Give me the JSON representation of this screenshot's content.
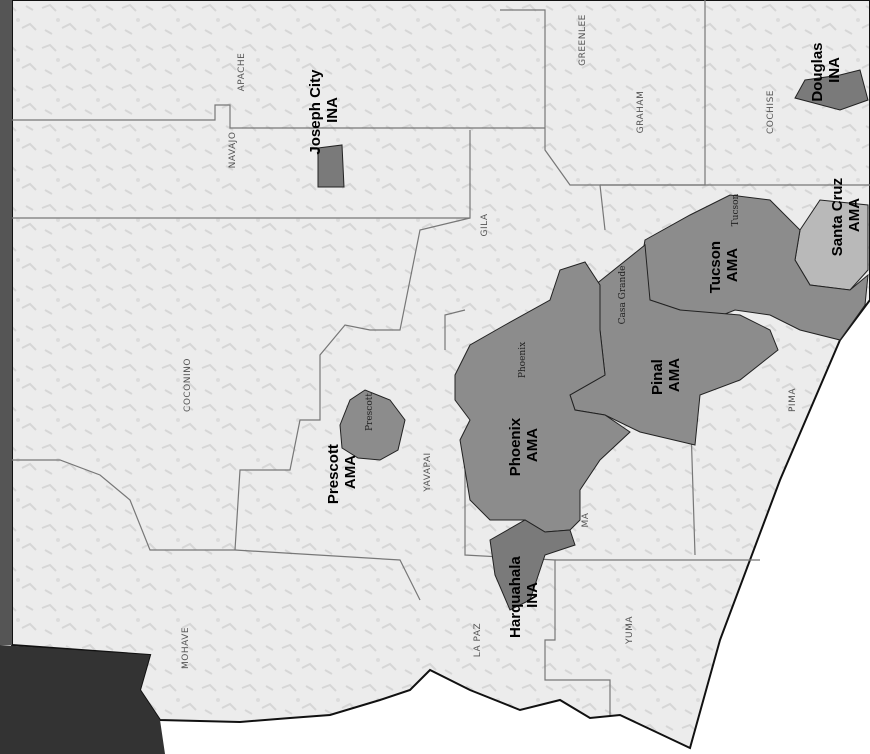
{
  "map": {
    "counties": [
      {
        "id": "apache",
        "name": "APACHE"
      },
      {
        "id": "navajo",
        "name": "NAVAJO"
      },
      {
        "id": "greenlee",
        "name": "GREENLEE"
      },
      {
        "id": "graham",
        "name": "GRAHAM"
      },
      {
        "id": "cochise",
        "name": "COCHISE"
      },
      {
        "id": "gila",
        "name": "GILA"
      },
      {
        "id": "coconino",
        "name": "COCONINO"
      },
      {
        "id": "yavapai",
        "name": "YAVAPAI"
      },
      {
        "id": "mohave",
        "name": "MOHAVE"
      },
      {
        "id": "lapaz",
        "name": "LA PAZ"
      },
      {
        "id": "yuma",
        "name": "YUMA"
      },
      {
        "id": "pima",
        "name": "PIMA"
      },
      {
        "id": "maricopa",
        "name": "MA"
      }
    ],
    "areas": [
      {
        "id": "joseph-city",
        "line1": "Joseph City",
        "line2": "INA"
      },
      {
        "id": "douglas",
        "line1": "Douglas",
        "line2": "INA"
      },
      {
        "id": "santa-cruz",
        "line1": "Santa Cruz",
        "line2": "AMA"
      },
      {
        "id": "tucson",
        "line1": "Tucson",
        "line2": "AMA"
      },
      {
        "id": "pinal",
        "line1": "Pinal",
        "line2": "AMA"
      },
      {
        "id": "phoenix",
        "line1": "Phoenix",
        "line2": "AMA"
      },
      {
        "id": "prescott",
        "line1": "Prescott",
        "line2": "AMA"
      },
      {
        "id": "harquahala",
        "line1": "Harquahala",
        "line2": "INA"
      }
    ],
    "cities": [
      {
        "id": "tucson-city",
        "name": "Tucson"
      },
      {
        "id": "casa-grande",
        "name": "Casa Grande"
      },
      {
        "id": "phoenix-city",
        "name": "Phoenix"
      },
      {
        "id": "prescott-city",
        "name": "Prescott"
      }
    ],
    "colors": {
      "background": "#ffffff",
      "terrain": "#eeeeee",
      "ama_fill": "#8c8c8c",
      "ina_fill": "#7a7a7a",
      "santa_cruz_fill": "#b9b9b9",
      "county_line": "#777777",
      "outline": "#111111",
      "dark_corner": "#333333"
    }
  }
}
